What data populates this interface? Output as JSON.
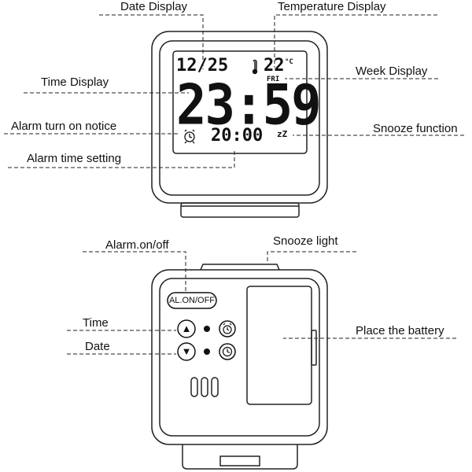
{
  "labels": {
    "date_display": "Date Display",
    "temperature_display": "Temperature Display",
    "time_display": "Time Display",
    "week_display": "Week Display",
    "alarm_notice": "Alarm turn on notice",
    "snooze_function": "Snooze function",
    "alarm_time_setting": "Alarm time setting",
    "alarm_onoff": "Alarm.on/off",
    "snooze_light": "Snooze light",
    "time": "Time",
    "date": "Date",
    "battery": "Place the battery"
  },
  "lcd": {
    "date": "12/25",
    "temperature": "22",
    "temp_unit": "°C",
    "time": "23:59",
    "weekday": "FRI",
    "alarm_time": "20:00",
    "snooze_symbol": "zZ"
  },
  "back": {
    "alarm_button": "AL.ON/OFF",
    "up_arrow": "▲",
    "down_arrow": "▼"
  },
  "icons": [
    "thermometer-icon",
    "alarm-clock-icon",
    "snooze-icon",
    "clock-icon"
  ]
}
